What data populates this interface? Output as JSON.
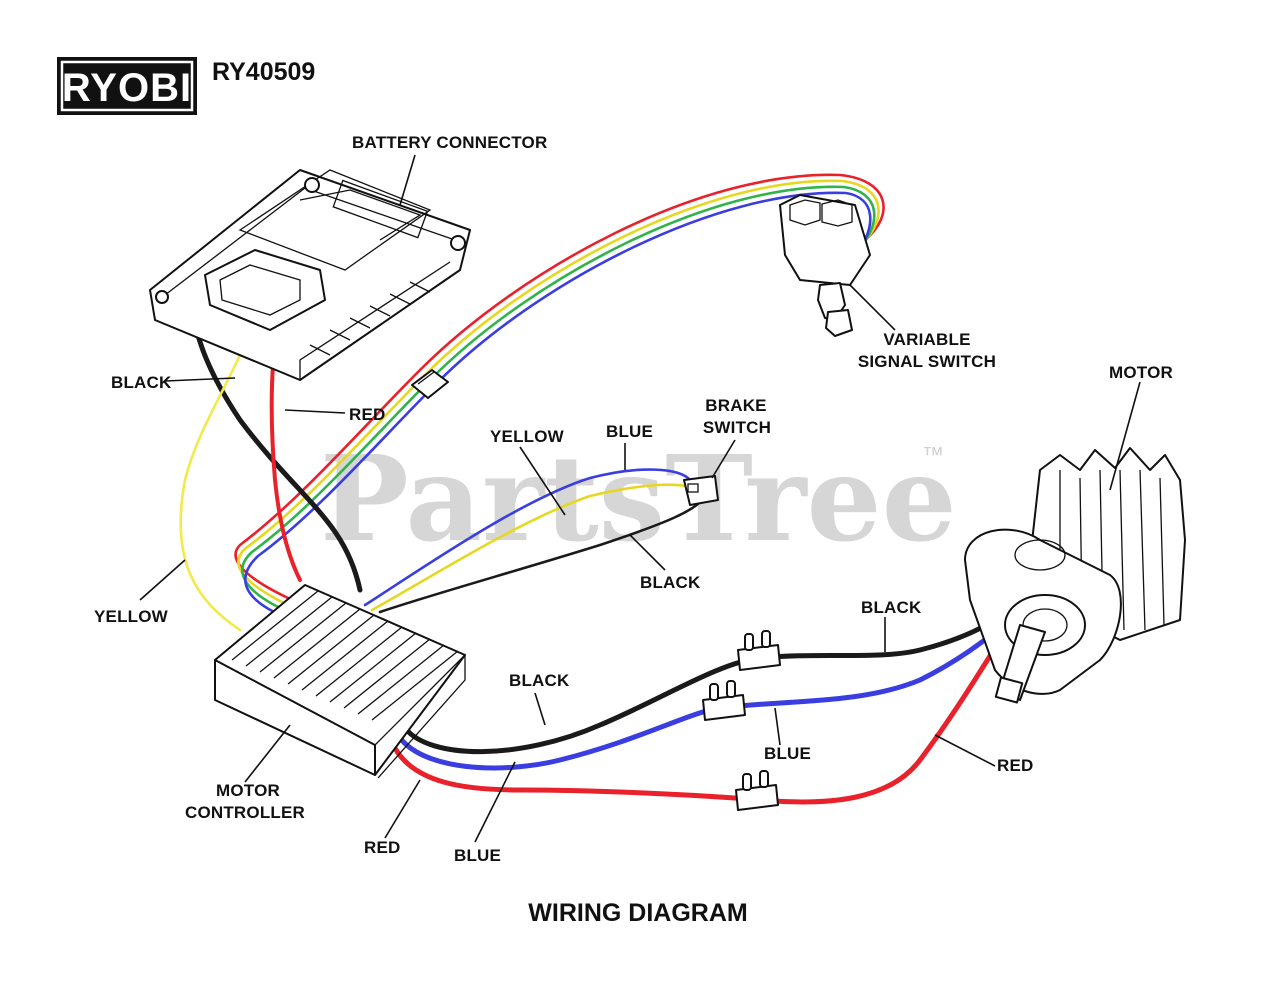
{
  "header": {
    "brand": "RYOBI",
    "model": "RY40509"
  },
  "watermark": {
    "text": "PartsTree",
    "trademark": "™"
  },
  "labels": {
    "battery_connector": "BATTERY CONNECTOR",
    "variable_signal_switch_line1": "VARIABLE",
    "variable_signal_switch_line2": "SIGNAL SWITCH",
    "motor": "MOTOR",
    "brake_switch_line1": "BRAKE",
    "brake_switch_line2": "SWITCH",
    "black_battery": "BLACK",
    "red_battery": "RED",
    "yellow_brake": "YELLOW",
    "blue_brake": "BLUE",
    "black_brake": "BLACK",
    "yellow_left": "YELLOW",
    "black_motor_upper": "BLACK",
    "black_controller": "BLACK",
    "blue_mid": "BLUE",
    "red_motor": "RED",
    "motor_controller_line1": "MOTOR",
    "motor_controller_line2": "CONTROLLER",
    "red_bottom": "RED",
    "blue_bottom": "BLUE"
  },
  "footer": {
    "title": "WIRING DIAGRAM"
  },
  "colors": {
    "wire_black": "#1a1a1a",
    "wire_red": "#e8212b",
    "wire_blue": "#3a3ee0",
    "wire_yellow": "#f2ea4a",
    "wire_green": "#2fb34a",
    "watermark": "#d6d6d6"
  }
}
